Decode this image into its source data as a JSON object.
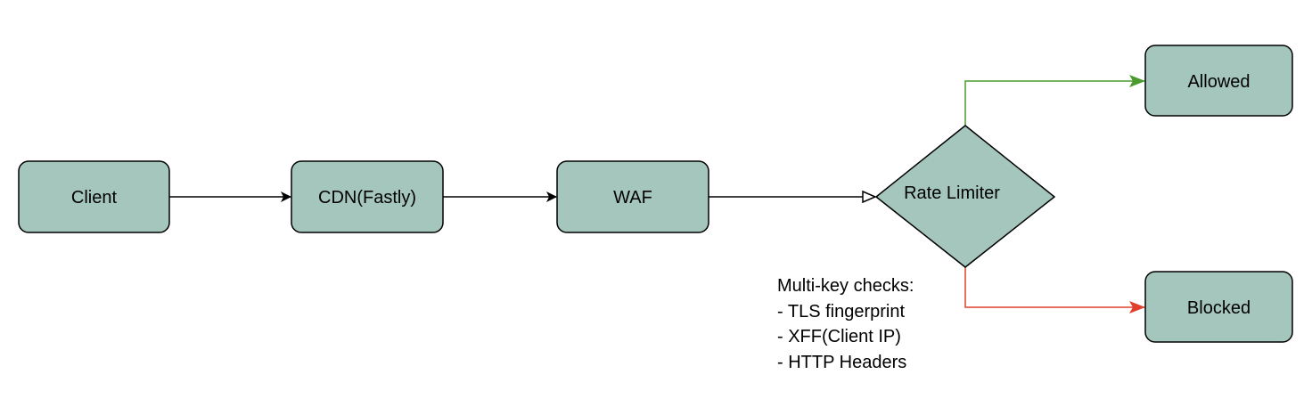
{
  "nodes": {
    "client": {
      "label": "Client"
    },
    "cdn": {
      "label": "CDN(Fastly)"
    },
    "waf": {
      "label": "WAF"
    },
    "rate_limiter": {
      "label": "Rate Limiter"
    },
    "allowed": {
      "label": "Allowed"
    },
    "blocked": {
      "label": "Blocked"
    }
  },
  "note": {
    "lines": [
      "Multi-key checks:",
      "- TLS fingerprint",
      "- XFF(Client IP)",
      "- HTTP Headers"
    ]
  },
  "colors": {
    "node_fill": "#a4c6bd",
    "node_stroke": "#000000",
    "edge_default": "#000000",
    "edge_allowed": "#4a9a2e",
    "edge_blocked": "#e0402b"
  }
}
